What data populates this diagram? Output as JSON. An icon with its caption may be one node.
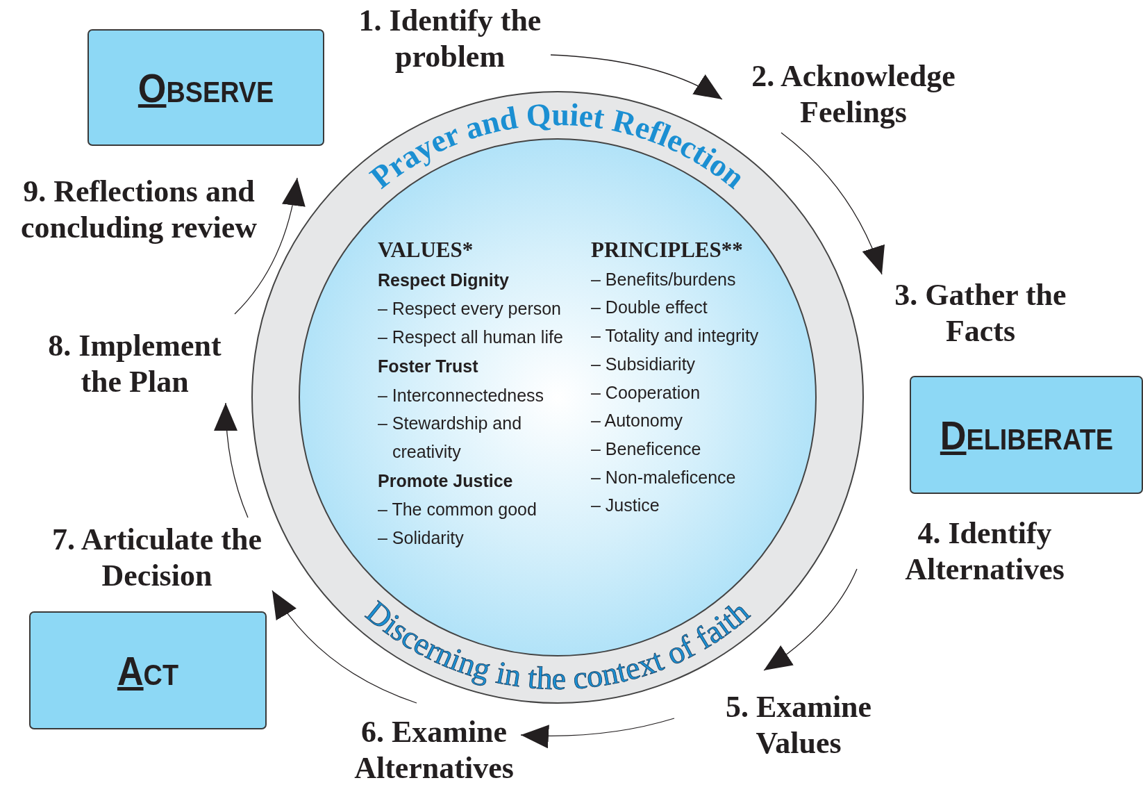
{
  "diagram": {
    "nodes": [
      {
        "text": [
          "OBSERVE"
        ]
      },
      {
        "text": [
          "1. Identify the problem"
        ]
      },
      {
        "text": [
          "2. Acknowledge Feelings"
        ]
      },
      {
        "text": [
          "3. Gather the Facts"
        ]
      },
      {
        "text": [
          "DELIBERATE"
        ]
      },
      {
        "text": [
          "4. Identify Alternatives"
        ]
      },
      {
        "text": [
          "5. Examine Values"
        ]
      },
      {
        "text": [
          "6. Examine Alternatives"
        ]
      },
      {
        "text": [
          "ACT"
        ]
      },
      {
        "text": [
          "7. Articulate the Decision"
        ]
      },
      {
        "text": [
          "8. Implement the Plan"
        ]
      },
      {
        "text": [
          "9. Reflections and concluding review"
        ]
      },
      {
        "text": [
          "Prayer and Quiet Reflection",
          "Discerning in the context of faith"
        ]
      },
      {
        "text": [
          "VALUES*",
          "Respect Dignity",
          "– Respect every person",
          "– Respect all human life",
          "Foster Trust",
          "– Interconnectedness",
          "– Stewardship and creativity",
          "Promote Justice",
          "– The common good",
          "– Solidarity",
          "PRINCIPLES**",
          "– Benefits/burdens",
          "– Double effect",
          "– Totality and integrity",
          "– Subsidiarity",
          "– Cooperation",
          "– Autonomy",
          "– Beneficence",
          "– Non-maleficence",
          "– Justice"
        ],
        "in": 12
      }
    ],
    "edges": [
      {
        "from": 1,
        "to": 2,
        "arrow": "to"
      },
      {
        "from": 2,
        "to": 3,
        "arrow": "to"
      },
      {
        "from": 5,
        "to": 6,
        "arrow": "to"
      },
      {
        "from": 6,
        "to": 7,
        "arrow": "to"
      },
      {
        "from": 7,
        "to": 9,
        "arrow": "to"
      },
      {
        "from": 9,
        "to": 10,
        "arrow": "to"
      },
      {
        "from": 10,
        "to": 11,
        "arrow": "to"
      }
    ]
  }
}
